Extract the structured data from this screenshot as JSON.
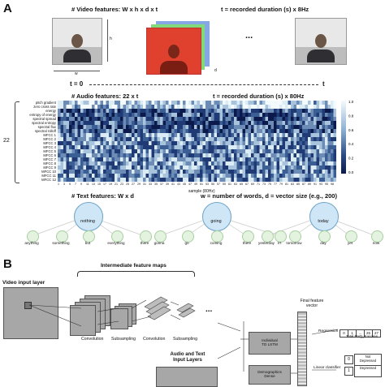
{
  "panelA": {
    "letter": "A",
    "video_header": "# Video features: W x h x d x t",
    "video_duration": "t = recorded duration (s) x 8Hz",
    "dim_h": "h",
    "dim_w": "w",
    "dim_d": "d",
    "ellipsis": "...",
    "t0": "t = 0",
    "t_end": "t",
    "audio_header": "# Audio features: 22 x t",
    "audio_duration": "t = recorded duration (s) x 80Hz",
    "audio_count": "22",
    "audio_feature_names": [
      "pitch gradient",
      "zero cross rate",
      "energy",
      "entropy of energy",
      "spectral spread",
      "spectral entropy",
      "spectral flux",
      "spectral rolloff",
      "MFCC 1",
      "MFCC 2",
      "MFCC 3",
      "MFCC 4",
      "MFCC 5",
      "MFCC 6",
      "MFCC 7",
      "MFCC 8",
      "MFCC 9",
      "MFCC 10",
      "MFCC 11",
      "MFCC 12"
    ],
    "x_axis_label": "sample (80Hz)",
    "x_ticks": [
      "1",
      "3",
      "5",
      "7",
      "9",
      "11",
      "13",
      "15",
      "17",
      "19",
      "21",
      "23",
      "25",
      "27",
      "29",
      "31",
      "33",
      "35",
      "37",
      "39",
      "41",
      "43",
      "45",
      "47",
      "49",
      "51",
      "53",
      "55",
      "57",
      "59",
      "61",
      "63",
      "65",
      "67",
      "69",
      "71",
      "73",
      "75",
      "77",
      "79",
      "81",
      "83",
      "85",
      "87",
      "89",
      "91",
      "93",
      "95",
      "98"
    ],
    "colorbar_ticks": [
      "1.0",
      "0.8",
      "0.6",
      "0.4",
      "0.2",
      "0.0"
    ],
    "text_header": "# Text features: W x d",
    "text_caption": "w = number of words, d = vector size (e.g., 200)",
    "words": [
      {
        "center": "nothing",
        "leaves": [
          "anything",
          "something",
          "but",
          "everything",
          "there"
        ]
      },
      {
        "center": "going",
        "leaves": [
          "gonna",
          "go",
          "coming",
          "there",
          "n't"
        ]
      },
      {
        "center": "today",
        "leaves": [
          "yesterday",
          "tomorrow",
          "day",
          "yet",
          "now"
        ]
      }
    ]
  },
  "panelB": {
    "letter": "B",
    "intermediate_label": "Intermediate feature maps",
    "video_input_label": "Video input layer",
    "stages": [
      "Convolution",
      "Subsampling",
      "Convolution",
      "Subsampling"
    ],
    "ellipsis": "...",
    "audio_text_label": "Audio and Text\nInput Layers",
    "lstm_label": "Individual\nTD LSTM",
    "demographics_label": "Demographics\nDense",
    "final_vector_label": "Final feature\nvector",
    "regression_label": "Regression",
    "regression_cells": [
      "0",
      "1",
      "...",
      "26",
      "27"
    ],
    "regression_caption": "Total PHQ_8 scores",
    "classifier_label": "Linear classifier",
    "classifier_outputs": [
      {
        "value": "0",
        "label": "Not\nDepressed"
      },
      {
        "value": "1",
        "label": "Depressed"
      }
    ]
  }
}
